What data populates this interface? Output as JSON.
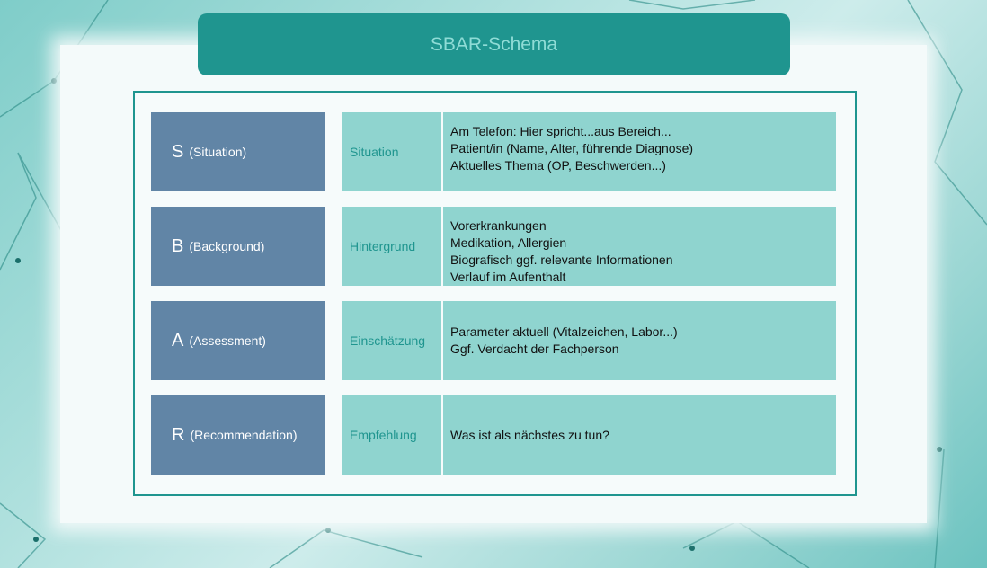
{
  "title": "SBAR-Schema",
  "rows": [
    {
      "letter": "S",
      "word": "(Situation)",
      "label": "Situation",
      "lines": [
        "Am Telefon: Hier spricht...aus Bereich...",
        "Patient/in (Name, Alter, führende Diagnose)",
        "Aktuelles Thema (OP, Beschwerden...)"
      ]
    },
    {
      "letter": "B",
      "word": "(Background)",
      "label": "Hintergrund",
      "lines": [
        "Vorerkrankungen",
        "Medikation, Allergien",
        "Biografisch ggf.  relevante Informationen",
        "Verlauf im Aufenthalt"
      ]
    },
    {
      "letter": "A",
      "word": "(Assessment)",
      "label": "Einschätzung",
      "lines": [
        "Parameter aktuell (Vitalzeichen, Labor...)",
        "Ggf. Verdacht der Fachperson"
      ]
    },
    {
      "letter": "R",
      "word": "(Recommendation)",
      "label": "Empfehlung",
      "lines": [
        "Was ist als nächstes zu tun?"
      ]
    }
  ]
}
